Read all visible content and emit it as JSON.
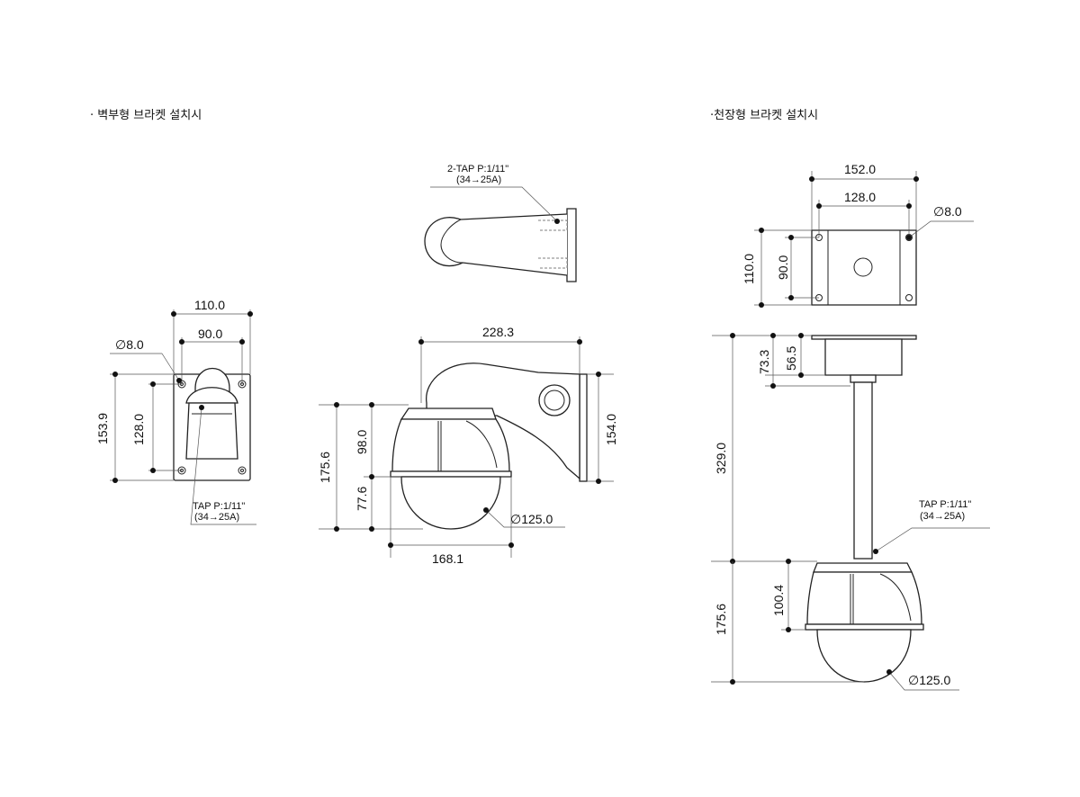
{
  "titles": {
    "wall": "· 벽부형 브라켓 설치시",
    "ceiling": "·천장형 브라켓 설치시"
  },
  "notes": {
    "two_tap_line1": "2-TAP P:1/11\"",
    "two_tap_line2": "(34→25A)",
    "tap_line1": "TAP P:1/11\"",
    "tap_line2": "(34→25A)",
    "tap2_line1": "TAP P:1/11\"",
    "tap2_line2": "(34→25A)"
  },
  "wall_plate": {
    "width_outer": "110.0",
    "width_inner": "90.0",
    "hole_dia": "∅8.0",
    "height_outer": "153.9",
    "height_inner": "128.0"
  },
  "wall_side": {
    "reach": "228.3",
    "total_height": "175.6",
    "housing_height": "98.0",
    "dome_height": "77.6",
    "bracket_height": "154.0",
    "dome_dia": "∅125.0",
    "housing_width": "168.1"
  },
  "ceiling_plate": {
    "width_outer": "152.0",
    "width_inner": "128.0",
    "hole_dia": "∅8.0",
    "height_outer": "110.0",
    "height_inner": "90.0"
  },
  "ceiling_side": {
    "total_length": "329.0",
    "mount_height": "73.3",
    "mount_inner": "56.5",
    "camera_height": "175.6",
    "housing_height": "100.4",
    "dome_dia": "∅125.0"
  }
}
